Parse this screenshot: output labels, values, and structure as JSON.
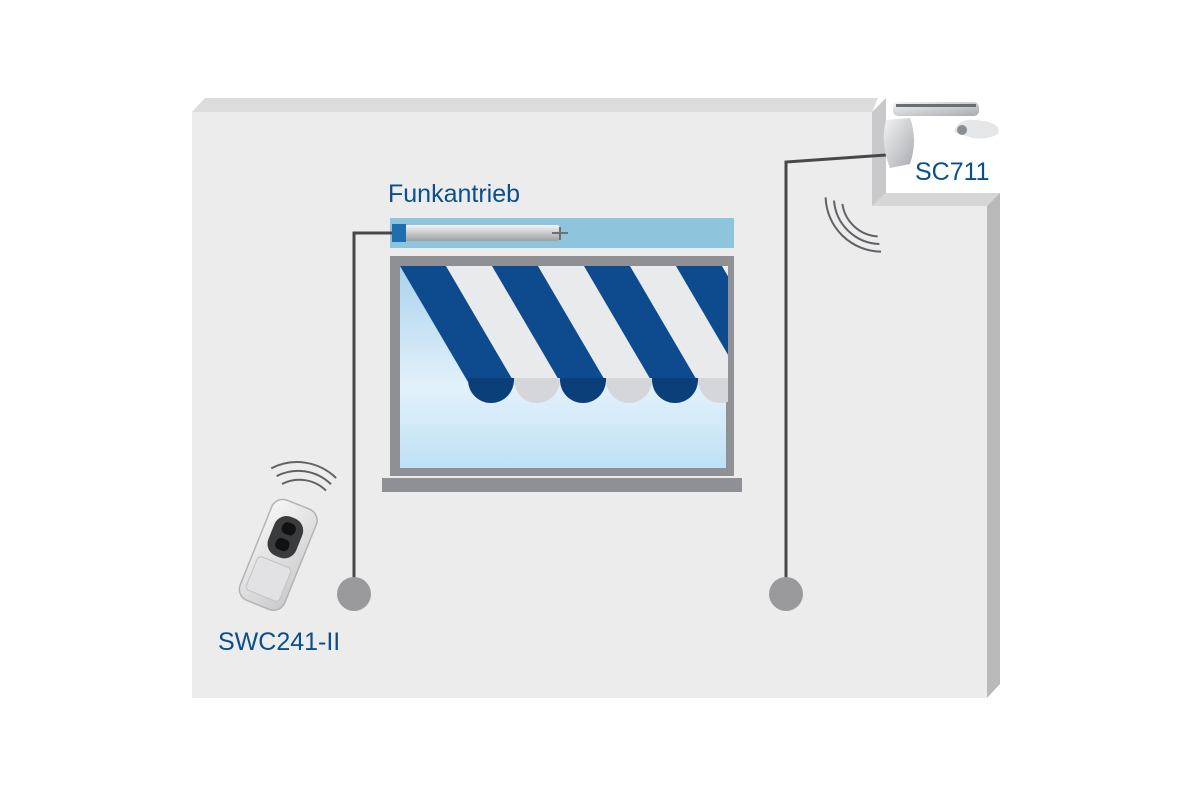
{
  "labels": {
    "motor": "Funkantrieb",
    "sensor": "SC711",
    "remote": "SWC241-II"
  },
  "colors": {
    "label_blue": "#0a4f8c",
    "awning_blue": "#0d4b8e",
    "awning_white": "#e9eaec",
    "wall_face": "#ececed",
    "wall_side": "#b9b9bb",
    "wire": "#48484a",
    "connector": "#9a9a9c",
    "motor_bar": "#8ec4dc"
  },
  "icons": {
    "motor": "tubular-motor-icon",
    "sensor": "wind-sun-sensor-icon",
    "remote": "remote-control-icon"
  }
}
